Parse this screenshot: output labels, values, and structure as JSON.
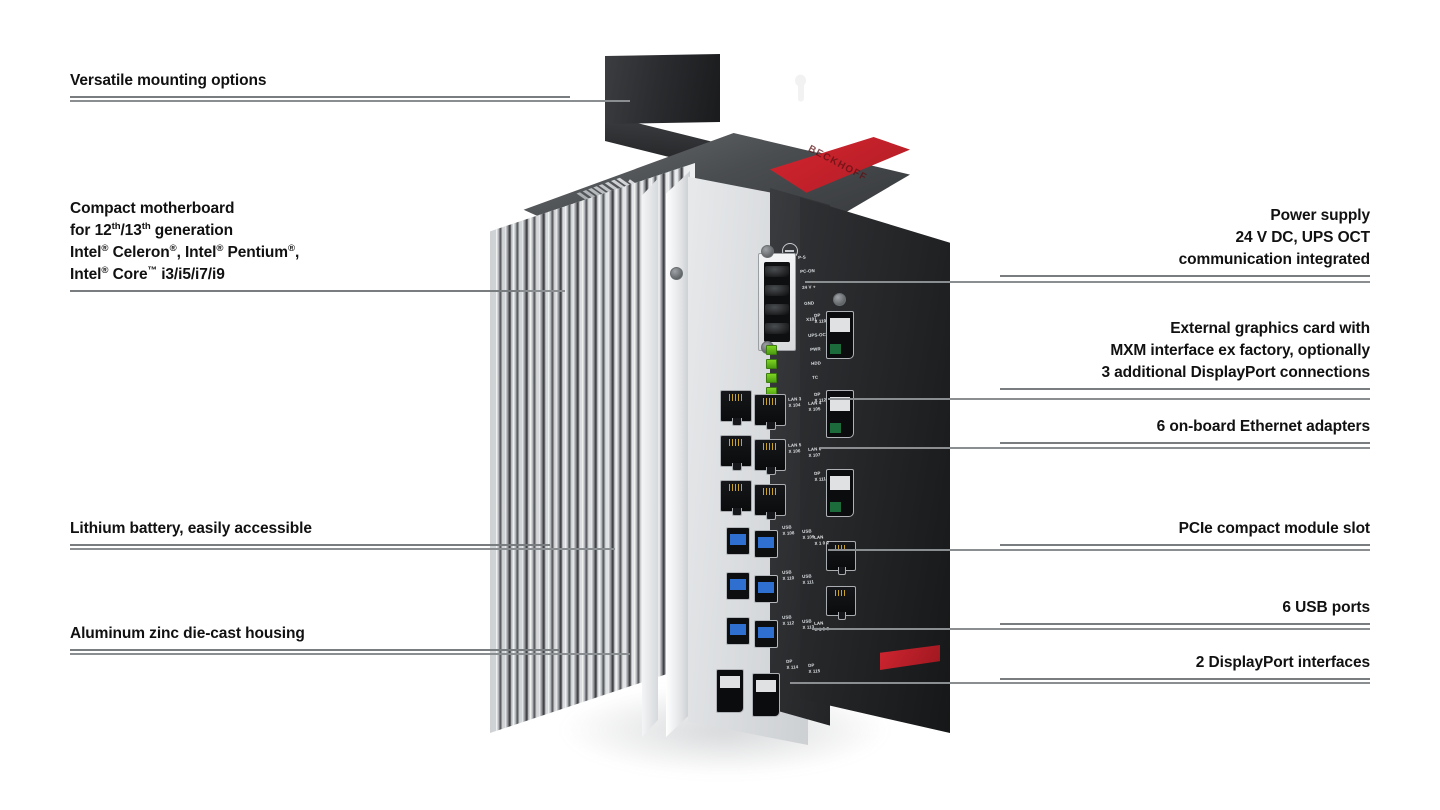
{
  "figure": {
    "type": "annotated-product-photo",
    "subject": "Industrial PC with heat sink, mounting bracket and connector panel",
    "background": "#ffffff"
  },
  "callouts": {
    "left": [
      {
        "id": "mounting",
        "text": "Versatile mounting options"
      },
      {
        "id": "motherboard",
        "text": "Compact motherboard\nfor 12th/13th generation\nIntel® Celeron®, Intel® Pentium®,\nIntel® Core™ i3/i5/i7/i9"
      },
      {
        "id": "battery",
        "text": "Lithium battery, easily accessible"
      },
      {
        "id": "housing",
        "text": "Aluminum zinc die-cast housing"
      }
    ],
    "right": [
      {
        "id": "power",
        "text": "Power supply\n24 V DC, UPS OCT\ncommunication integrated"
      },
      {
        "id": "graphics",
        "text": "External graphics card with\nMXM interface ex factory, optionally\n3 additional DisplayPort connections"
      },
      {
        "id": "ethernet",
        "text": "6 on-board Ethernet adapters"
      },
      {
        "id": "pcie",
        "text": "PCIe compact module slot"
      },
      {
        "id": "usb",
        "text": "6 USB ports"
      },
      {
        "id": "displayport",
        "text": "2 DisplayPort interfaces"
      }
    ]
  },
  "device_labels": {
    "power_pins": [
      "P-S",
      "PC-ON",
      "24 V +",
      "GND",
      "X101"
    ],
    "status_leds": [
      "UPS-OCT",
      "PWR",
      "HDD",
      "TC"
    ],
    "lan_top": [
      "LAN 3\nX 104",
      "LAN 4\nX 105"
    ],
    "lan_mid": [
      "LAN 5\nX 106",
      "LAN 6\nX 107"
    ],
    "lan_module": [
      "LAN\nX 1 0 2",
      "LAN\nX 1 0 3"
    ],
    "usb_rows": [
      [
        "USB\nX 108",
        "USB\nX 109"
      ],
      [
        "USB\nX 110",
        "USB\nX 111"
      ],
      [
        "USB\nX 112",
        "USB\nX 113"
      ]
    ],
    "dp_module": [
      "DP\nX 110",
      "DP\nX 112",
      "DP\nX 111"
    ],
    "dp_bottom": [
      "DP\nX 114",
      "DP\nX 115"
    ]
  },
  "colors": {
    "accent_red": "#c8202a",
    "housing_silver": "#dfe1e3",
    "housing_black": "#232527",
    "rule_grey": "#7a7d80",
    "leader_grey": "#8b8e91",
    "text": "#111111",
    "usb_blue": "#2f6fd0",
    "led_green": "#7ed321"
  }
}
